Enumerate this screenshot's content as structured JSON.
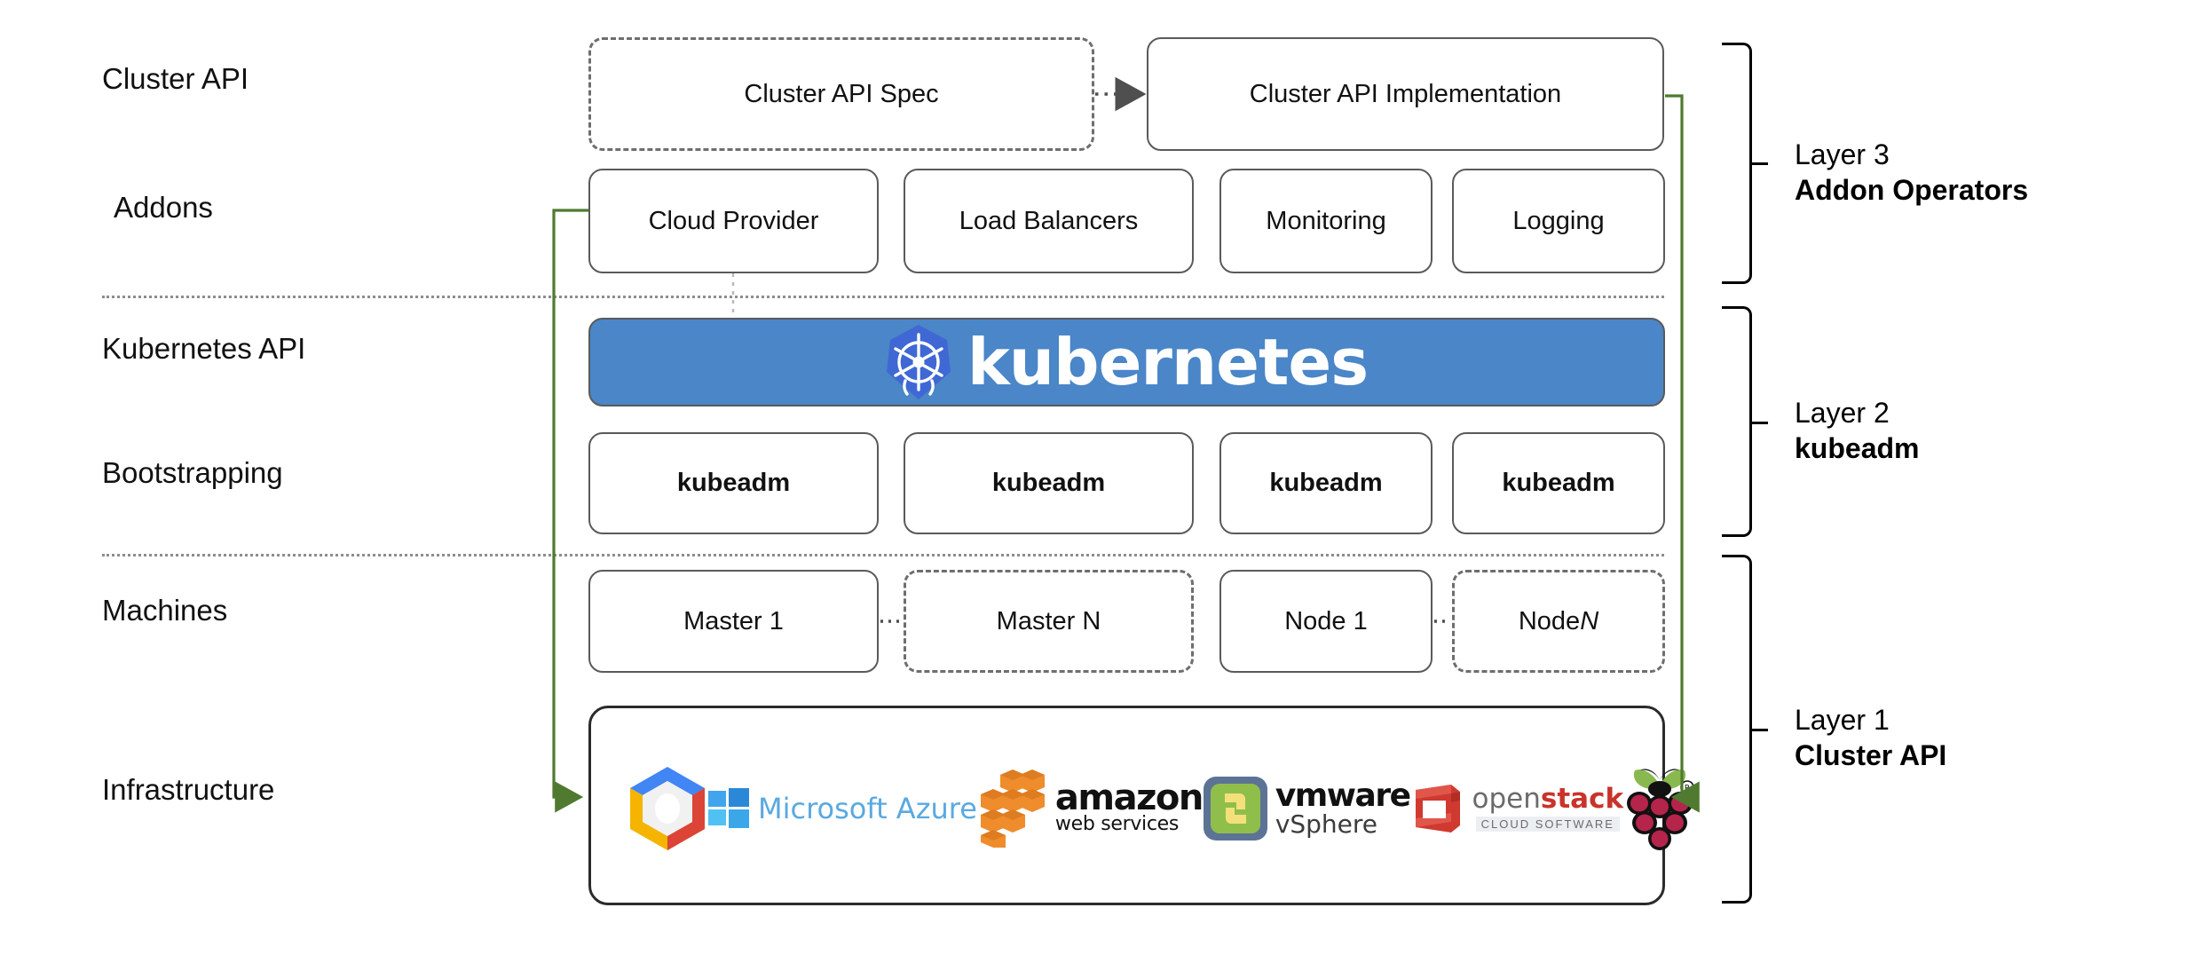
{
  "row_labels": [
    {
      "text": "Cluster API"
    },
    {
      "text": "Addons"
    },
    {
      "text": "Kubernetes API"
    },
    {
      "text": "Bootstrapping"
    },
    {
      "text": "Machines"
    },
    {
      "text": "Infrastructure"
    }
  ],
  "cluster_api_row": {
    "spec": "Cluster API Spec",
    "implementation": "Cluster API Implementation"
  },
  "addons_row": [
    "Cloud Provider",
    "Load Balancers",
    "Monitoring",
    "Logging"
  ],
  "kubernetes_banner": {
    "wordmark": "kubernetes",
    "logo_icon": "kubernetes-helm-icon",
    "banner_color": "#4a86c8",
    "logo_color": "#4068d4"
  },
  "bootstrapping_row": [
    "kubeadm",
    "kubeadm",
    "kubeadm",
    "kubeadm"
  ],
  "machines_row": [
    {
      "label": "Master 1",
      "dashed": false,
      "italic_suffix": ""
    },
    {
      "label": "Master N",
      "dashed": true,
      "italic_suffix": ""
    },
    {
      "label": "Node 1",
      "dashed": false,
      "italic_suffix": ""
    },
    {
      "label": "Node ",
      "dashed": true,
      "italic_suffix": "N"
    }
  ],
  "infrastructure_row": {
    "providers": [
      {
        "name": "google-cloud-platform",
        "type": "icon-only"
      },
      {
        "name": "microsoft-azure",
        "label": "Microsoft Azure"
      },
      {
        "name": "amazon-web-services",
        "label_top": "amazon",
        "label_bottom": "web services"
      },
      {
        "name": "vmware-vsphere",
        "label_top": "vmware",
        "label_bottom": "vSphere"
      },
      {
        "name": "openstack",
        "label_top_a": "open",
        "label_top_b": "stack",
        "label_sub": "CLOUD SOFTWARE"
      },
      {
        "name": "raspberry-pi",
        "type": "icon-only"
      }
    ]
  },
  "layers": [
    {
      "number": "Layer 3",
      "name": "Addon Operators"
    },
    {
      "number": "Layer 2",
      "name": "kubeadm"
    },
    {
      "number": "Layer 1",
      "name": "Cluster API"
    }
  ],
  "connectors": {
    "spec_to_impl": "dotted-arrow",
    "left_wire_color": "#4f7a30",
    "right_wire_color": "#4f7a30"
  }
}
